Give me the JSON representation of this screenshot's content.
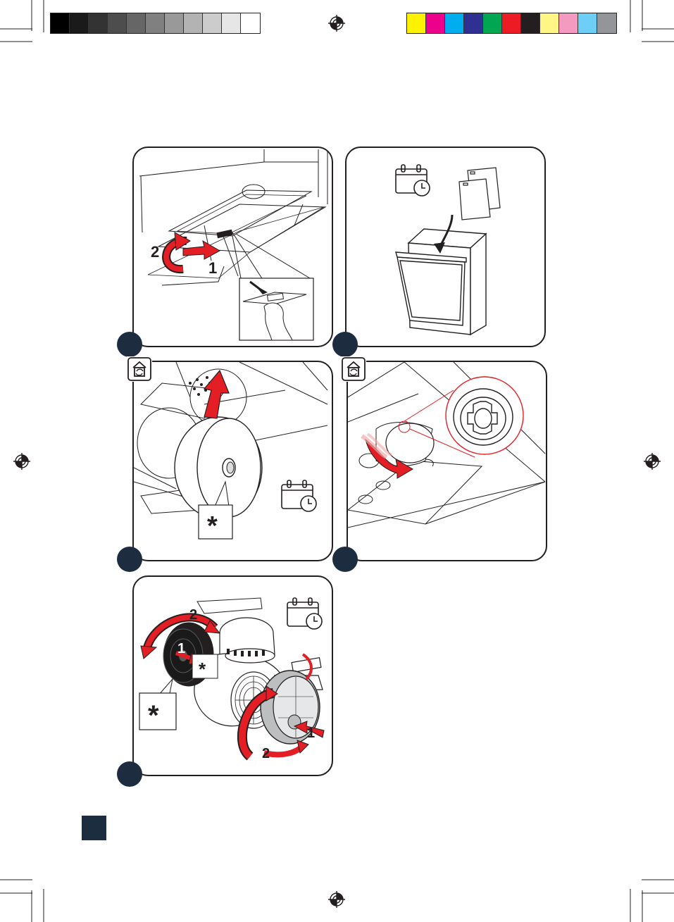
{
  "colors": {
    "grayscale": [
      "#000000",
      "#1a1a1a",
      "#333333",
      "#4d4d4d",
      "#666666",
      "#808080",
      "#999999",
      "#b3b3b3",
      "#cccccc",
      "#e6e6e6",
      "#ffffff"
    ],
    "process": [
      "#fff200",
      "#ec008c",
      "#00aeef",
      "#2e3192",
      "#00a651",
      "#ed1c24",
      "#231f20",
      "#fff685",
      "#f49ac1",
      "#6dcff6",
      "#939598"
    ],
    "accent_red": "#e31e24",
    "step_marker": "#1d2d3f"
  },
  "panels": {
    "p1": {
      "label_2": "2",
      "label_1": "1"
    },
    "p3": {
      "asterisk": "*"
    },
    "p5": {
      "top_2": "2",
      "top_1": "1",
      "asterisk_small": "*",
      "asterisk_large": "*",
      "right_1": "1",
      "right_2": "2"
    }
  },
  "icons": [
    "calendar-clock-icon",
    "home-cycle-icon",
    "registration-mark-icon"
  ]
}
